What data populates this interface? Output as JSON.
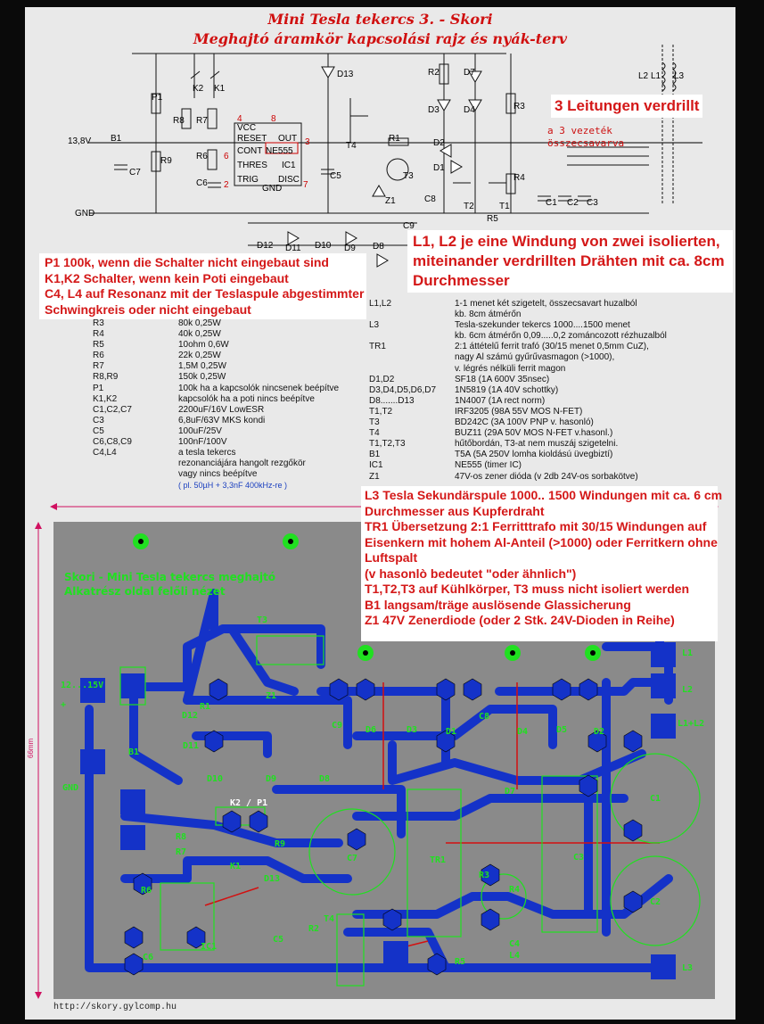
{
  "title": {
    "line1": "Mini Tesla tekercs 3. - Skori",
    "line2": "Meghajtó áramkör kapcsolási rajz és nyák-terv"
  },
  "schematic": {
    "voltage": "13,8V",
    "gnd": "GND",
    "ic_pins": {
      "vcc": "VCC",
      "reset": "RESET",
      "out": "OUT",
      "cont": "CONT",
      "thres": "THRES",
      "trig": "TRIG",
      "disc": "DISC",
      "gnd": "GND",
      "name": "NE555",
      "ref": "IC1",
      "p4": "4",
      "p8": "8",
      "p3": "3",
      "p6": "6",
      "p2": "2",
      "p7": "7"
    },
    "refs": [
      "P1",
      "K2",
      "K1",
      "R8",
      "R7",
      "R6",
      "R9",
      "C6",
      "C7",
      "C5",
      "D13",
      "T4",
      "R1",
      "T3",
      "Z1",
      "C8",
      "C9",
      "R2",
      "D7",
      "D3",
      "D4",
      "R3",
      "D2",
      "D1",
      "T2",
      "T1",
      "R4",
      "R5",
      "C1",
      "C2",
      "C3",
      "L2",
      "L1",
      "L3",
      "D12",
      "D11",
      "D10",
      "D9",
      "D8",
      "B1"
    ],
    "wire_note": "a 3 vezeték\nösszecsavarva"
  },
  "notes": {
    "leitungen": "3 Leitungen verdrillt",
    "l1l2": [
      "L1, L2 je eine Windung von zwei isolierten,",
      "miteinander verdrillten Drähten mit ca. 8cm",
      "Durchmesser"
    ],
    "p1": [
      "P1 100k, wenn die Schalter nicht eingebaut sind",
      "K1,K2 Schalter, wenn kein Poti eingebaut",
      "C4, L4 auf Resonanz mit der Teslaspule abgestimmter",
      "Schwingkreis oder nicht eingebaut"
    ],
    "l3": [
      "L3 Tesla Sekundärspule 1000.. 1500 Windungen mit ca. 6 cm",
      "Durchmesser aus Kupferdraht",
      "TR1 Übersetzung 2:1 Ferritttrafo mit 30/15 Windungen auf",
      "Eisenkern mit hohem Al-Anteil (>1000) oder Ferritkern ohne",
      "Luftspalt",
      "(v hasonlò bedeutet \"oder ähnlich\")",
      "T1,T2,T3 auf Kühlkörper, T3 muss nicht isoliert werden",
      "B1 langsam/träge auslösende Glassicherung",
      "Z1 47V Zenerdiode (oder 2 Stk. 24V-Dioden in Reihe)"
    ]
  },
  "parts_left": [
    {
      "ref": "R3",
      "val": "80k 0,25W"
    },
    {
      "ref": "R4",
      "val": "40k 0,25W"
    },
    {
      "ref": "R5",
      "val": "10ohm 0,6W"
    },
    {
      "ref": "R6",
      "val": "22k 0,25W"
    },
    {
      "ref": "R7",
      "val": "1,5M 0,25W"
    },
    {
      "ref": "R8,R9",
      "val": "150k 0,25W"
    },
    {
      "ref": "P1",
      "val": "100k ha a kapcsolók nincsenek beépítve"
    },
    {
      "ref": "K1,K2",
      "val": "kapcsolók ha a poti nincs beépítve"
    },
    {
      "ref": "C1,C2,C7",
      "val": "2200uF/16V LowESR"
    },
    {
      "ref": "C3",
      "val": "6,8uF/63V MKS kondi"
    },
    {
      "ref": "C5",
      "val": "100uF/25V"
    },
    {
      "ref": "C6,C8,C9",
      "val": "100nF/100V"
    },
    {
      "ref": "C4,L4",
      "val": "a tesla tekercs"
    },
    {
      "ref": "",
      "val": "rezonanciájára hangolt rezgőkör"
    },
    {
      "ref": "",
      "val": "vagy nincs beépítve"
    },
    {
      "ref": "",
      "val": "( pl. 50µH + 3,3nF 400kHz-re )"
    }
  ],
  "parts_right": [
    {
      "ref": "L1,L2",
      "val": "1-1 menet két szigetelt, összecsavart huzalból"
    },
    {
      "ref": "",
      "val": "kb. 8cm átmérőn"
    },
    {
      "ref": "L3",
      "val": "Tesla-szekunder tekercs 1000....1500 menet"
    },
    {
      "ref": "",
      "val": "kb. 6cm átmérőn 0,09.....0,2 zománcozott rézhuzalból"
    },
    {
      "ref": "TR1",
      "val": "2:1 áttételű           ferrit trafó (30/15 menet 0,5mm CuZ),"
    },
    {
      "ref": "",
      "val": "nagy Al számú gyűrűvasmagon (>1000),"
    },
    {
      "ref": "",
      "val": "v. légrés nélküli ferrit magon"
    },
    {
      "ref": "D1,D2",
      "val": "SF18 (1A 600V 35nsec)"
    },
    {
      "ref": "D3,D4,D5,D6,D7",
      "val": "1N5819 (1A 40V schottky)"
    },
    {
      "ref": "D8.......D13",
      "val": "1N4007 (1A rect norm)"
    },
    {
      "ref": "T1,T2",
      "val": "IRF3205 (98A 55V MOS N-FET)"
    },
    {
      "ref": "T3",
      "val": "BD242C (3A 100V PNP v. hasonló)"
    },
    {
      "ref": "T4",
      "val": "BUZ11 (29A 50V MOS N-FET v.hasonl.)"
    },
    {
      "ref": "T1,T2,T3",
      "val": "hűtőbordán, T3-at nem muszáj szigetelni."
    },
    {
      "ref": "B1",
      "val": "T5A (5A 250V lomha kioldású üvegbiztí)"
    },
    {
      "ref": "IC1",
      "val": "NE555 (timer IC)"
    },
    {
      "ref": "Z1",
      "val": "47V-os zener dióda (v 2db 24V-os sorbakötve)"
    }
  ],
  "pcb": {
    "title": [
      "Skori - Mini Tesla tekercs meghajtó",
      "Alkatrész oldal felőli nézet"
    ],
    "dim": "66mm",
    "labels": {
      "v": "12...15V",
      "plus": "+",
      "gnd": "GND",
      "b1": "B1",
      "t3": "T3",
      "z1": "Z1",
      "d12": "D12",
      "d11": "D11",
      "d10": "D10",
      "d9": "D9",
      "d8": "D8",
      "r1": "R1",
      "c9": "C9",
      "d6": "D6",
      "d3": "D3",
      "d1": "D1",
      "c8": "C8",
      "d4": "D4",
      "d5": "D5",
      "d2": "D2",
      "d7": "D7",
      "k2p1": "K2 / P1",
      "r8": "R8",
      "r7": "R7",
      "r9": "R9",
      "k1": "K1",
      "d13": "D13",
      "r6": "R6",
      "c6": "C6",
      "ic1": "IC1",
      "c5": "C5",
      "r2": "R2",
      "t4": "T4",
      "c7": "C7",
      "tr1": "TR1",
      "r3": "R3",
      "r4": "R4",
      "c3": "C3",
      "c4": "C4",
      "l4": "L4",
      "r5": "R5",
      "c1": "C1",
      "c2": "C2",
      "l1": "L1",
      "l2": "L2",
      "l1l2": "L1+L2",
      "l3": "L3"
    }
  },
  "url": "http://skory.gylcomp.hu"
}
